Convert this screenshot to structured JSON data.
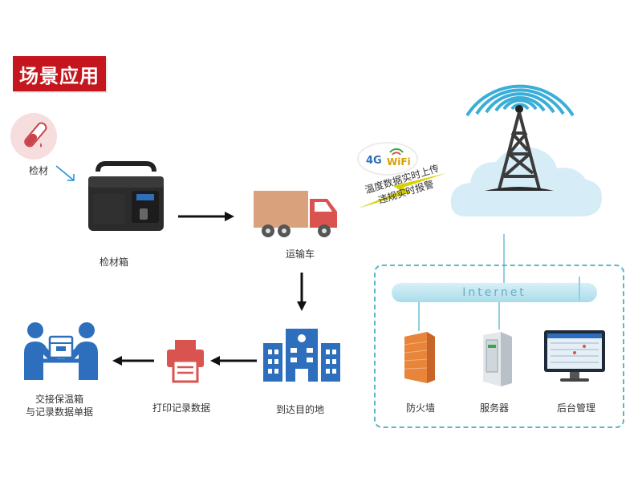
{
  "title": "场景应用",
  "nodes": {
    "sample": "检材",
    "sample_box": "检材箱",
    "truck": "运输车",
    "destination": "到达目的地",
    "printer": "打印记录数据",
    "handover_line1": "交接保温箱",
    "handover_line2": "与记录数据单据",
    "firewall": "防火墙",
    "server": "服务器",
    "backend": "后台管理"
  },
  "network": {
    "internet": "Internet",
    "badge_4g": "4G",
    "badge_wifi": "WiFi",
    "upload_line1": "温度数据实时上传",
    "upload_line2": "违规实时报警"
  },
  "colors": {
    "title_bg": "#c4161c",
    "icon_blue": "#2e6fbd",
    "truck_orange": "#d9a27c",
    "truck_red": "#d9534f",
    "printer_red": "#d9534f",
    "dashed_border": "#5ab7c9",
    "tower_arc": "#3aaed8",
    "cloud": "#d6ecf6",
    "bolt": "#d7d000"
  }
}
